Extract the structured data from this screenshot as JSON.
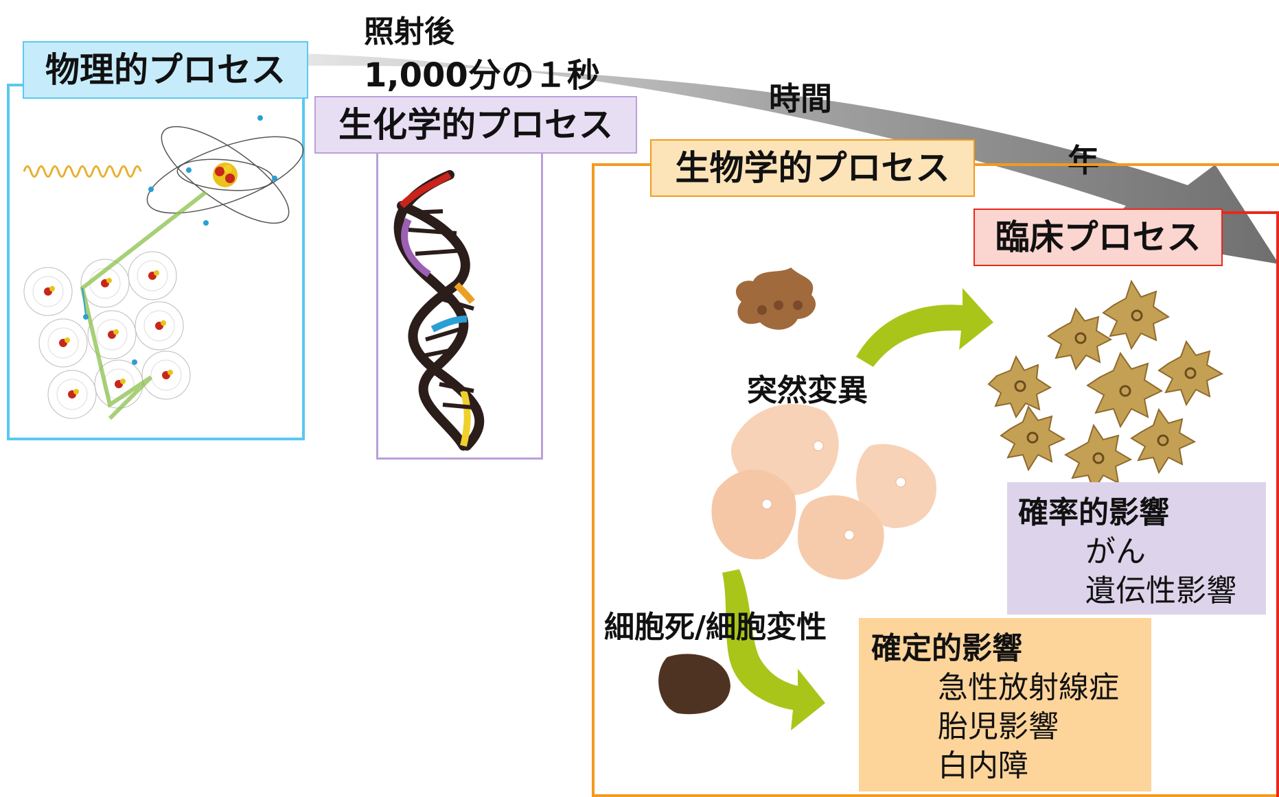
{
  "timeline": {
    "after_irradiation": "照射後",
    "millisecond": "1,000分の１秒",
    "time": "時間",
    "years": "年"
  },
  "stages": {
    "physical": "物理的プロセス",
    "biochemical": "生化学的プロセス",
    "biological": "生物学的プロセス",
    "clinical": "臨床プロセス"
  },
  "cell_labels": {
    "mutation": "突然変異",
    "cell_death": "細胞死/細胞変性"
  },
  "stochastic": {
    "title": "確率的影響",
    "items": [
      "がん",
      "遺伝性影響"
    ]
  },
  "deterministic": {
    "title": "確定的影響",
    "items": [
      "急性放射線症",
      "胎児影響",
      "白内障"
    ]
  },
  "colors": {
    "physical_border": "#5bc8f0",
    "physical_fill": "#c6ecfb",
    "biochemical_border": "#b9a0d8",
    "biochemical_fill": "#e8def3",
    "biological_border": "#f39a1e",
    "biological_fill": "#fde3b8",
    "clinical_border": "#e8291b",
    "clinical_fill": "#fbd5cf",
    "stochastic_fill": "#ddd3ea",
    "deterministic_fill": "#fdd49a",
    "arrow_green": "#a9c51a",
    "timeline_gray": "#8a8a8a"
  }
}
